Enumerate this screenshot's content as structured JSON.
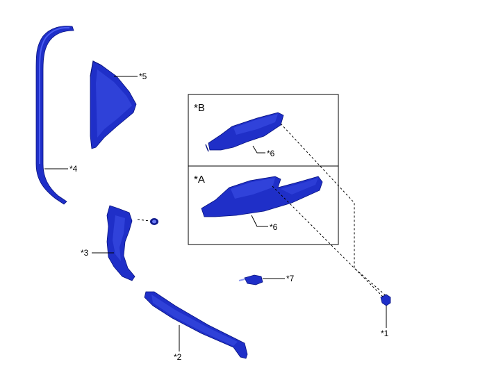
{
  "callouts": {
    "p1": "*1",
    "p2": "*2",
    "p3": "*3",
    "p4": "*4",
    "p5": "*5",
    "p6b": "*6",
    "p6a": "*6",
    "p7": "*7"
  },
  "boxes": {
    "b": "*B",
    "a": "*A"
  },
  "colors": {
    "part": "#1f2fc8",
    "outline": "#0a1580"
  }
}
